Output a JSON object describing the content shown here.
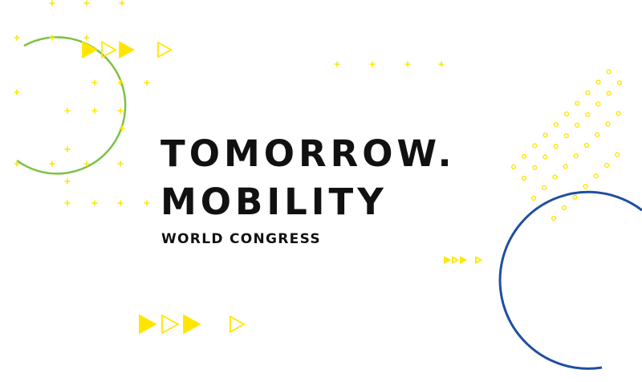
{
  "title": {
    "line1": "TOMORROW.",
    "line2": "MOBILITY"
  },
  "subtitle": "WORLD CONGRESS",
  "colors": {
    "text": "#111111",
    "accent_yellow": "#FFE600",
    "circle_green": "#7CC243",
    "circle_blue": "#1F4FA0"
  },
  "decorations": [
    "plus-sign-pattern",
    "play-arrow-icon",
    "dot-grid-pattern",
    "green-circle-arc",
    "blue-circle-arc"
  ]
}
